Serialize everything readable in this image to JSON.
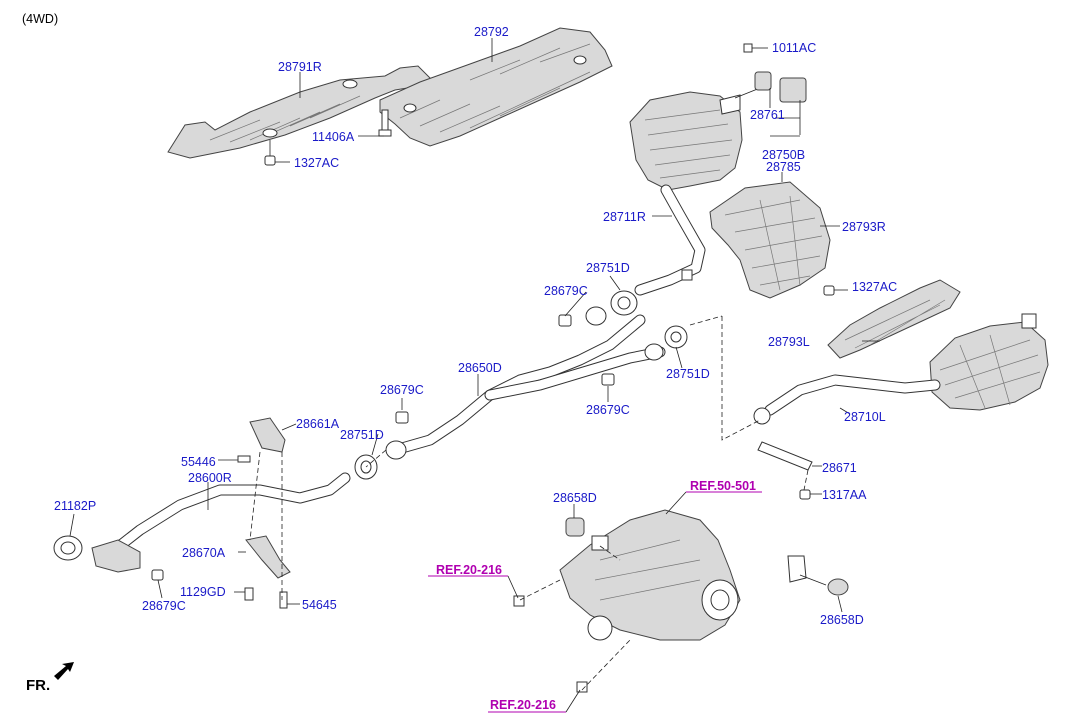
{
  "header": {
    "variant": "(4WD)"
  },
  "footer": {
    "direction": "FR."
  },
  "parts": {
    "p28792": "28792",
    "p28791R": "28791R",
    "p11406A": "11406A",
    "p1327AC_top": "1327AC",
    "p1011AC": "1011AC",
    "p28761": "28761",
    "p28750B": "28750B",
    "p28785": "28785",
    "p28711R": "28711R",
    "p28793R": "28793R",
    "p28751D_a": "28751D",
    "p28679C_a": "28679C",
    "p1327AC_mid": "1327AC",
    "p28793L": "28793L",
    "p28650D": "28650D",
    "p28751D_b": "28751D",
    "p28679C_b": "28679C",
    "p28679C_c": "28679C",
    "p28710L": "28710L",
    "p28661A": "28661A",
    "p28751D_c": "28751D",
    "p55446": "55446",
    "p28600R": "28600R",
    "p28671": "28671",
    "p21182P": "21182P",
    "p1317AA": "1317AA",
    "p28658D_a": "28658D",
    "p28670A": "28670A",
    "p1129GD": "1129GD",
    "p28679C_d": "28679C",
    "p54645": "54645",
    "p28658D_b": "28658D"
  },
  "refs": {
    "ref50501": "REF.50-501",
    "ref20216_a": "REF.20-216",
    "ref20216_b": "REF.20-216"
  }
}
